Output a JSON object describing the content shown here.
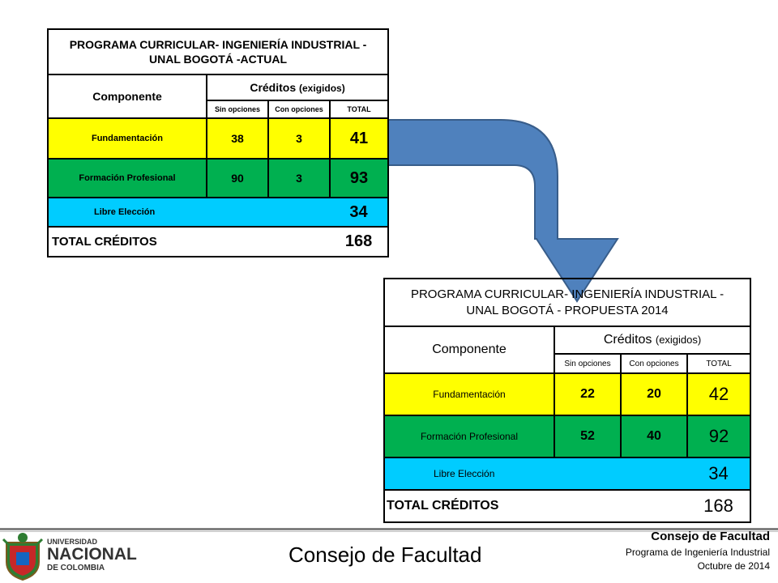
{
  "current_table": {
    "title_line1": "PROGRAMA CURRICULAR- INGENIERÍA INDUSTRIAL -",
    "title_line2": "UNAL BOGOTÁ -ACTUAL",
    "componente": "Componente",
    "creditos": "Créditos",
    "exigidos": "(exigidos)",
    "sin_opciones": "Sin opciones",
    "con_opciones": "Con opciones",
    "total": "TOTAL",
    "rows": [
      {
        "label": "Fundamentación",
        "sin": "38",
        "con": "3",
        "total": "41"
      },
      {
        "label": "Formación Profesional",
        "sin": "90",
        "con": "3",
        "total": "93"
      }
    ],
    "libre_label": "Libre Elección",
    "libre_total": "34",
    "total_label": "TOTAL CRÉDITOS",
    "total_value": "168"
  },
  "proposed_table": {
    "title_line1": "PROGRAMA CURRICULAR- INGENIERÍA INDUSTRIAL -",
    "title_line2": "UNAL BOGOTÁ - PROPUESTA 2014",
    "componente": "Componente",
    "creditos": "Créditos",
    "exigidos": "(exigidos)",
    "sin_opciones": "Sin opciones",
    "con_opciones": "Con opciones",
    "total": "TOTAL",
    "rows": [
      {
        "label": "Fundamentación",
        "sin": "22",
        "con": "20",
        "total": "42"
      },
      {
        "label": "Formación Profesional",
        "sin": "52",
        "con": "40",
        "total": "92"
      }
    ],
    "libre_label": "Libre Elección",
    "libre_total": "34",
    "total_label": "TOTAL CRÉDITOS",
    "total_value": "168"
  },
  "colors": {
    "yellow": "#ffff00",
    "green": "#00b050",
    "cyan": "#00ccff",
    "arrow": "#4f81bd"
  },
  "footer": {
    "center": "Consejo de Facultad",
    "right_line1": "Consejo de Facultad",
    "right_line2": "Programa de Ingeniería Industrial",
    "right_line3": "Octubre de 2014",
    "logo_line1": "UNIVERSIDAD",
    "logo_line2": "NACIONAL",
    "logo_line3": "DE COLOMBIA"
  }
}
